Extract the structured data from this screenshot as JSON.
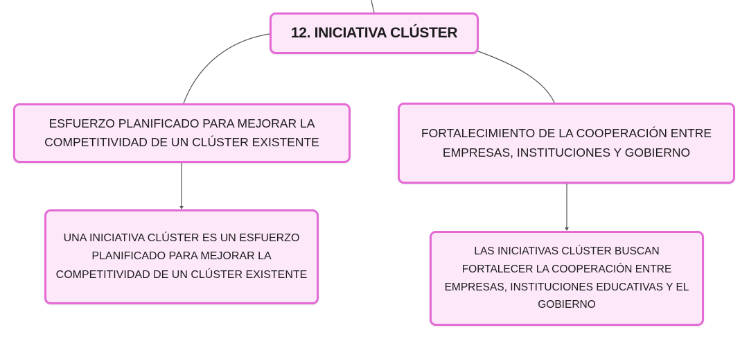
{
  "root": {
    "text": "12. INICIATIVA CLÚSTER"
  },
  "left_branch": {
    "topic": "ESFUERZO PLANIFICADO PARA MEJORAR LA COMPETITIVIDAD DE UN CLÚSTER EXISTENTE",
    "detail": "UNA INICIATIVA CLÚSTER ES UN ESFUERZO PLANIFICADO PARA MEJORAR LA COMPETITIVIDAD DE UN CLÚSTER EXISTENTE"
  },
  "right_branch": {
    "topic": "FORTALECIMIENTO DE LA COOPERACIÓN ENTRE EMPRESAS, INSTITUCIONES Y GOBIERNO",
    "detail": "LAS INICIATIVAS CLÚSTER BUSCAN FORTALECER LA COOPERACIÓN ENTRE EMPRESAS, INSTITUCIONES EDUCATIVAS Y EL GOBIERNO"
  },
  "colors": {
    "node_fill": "#fde8fa",
    "node_border": "#e56ad6",
    "connector": "#555555"
  }
}
